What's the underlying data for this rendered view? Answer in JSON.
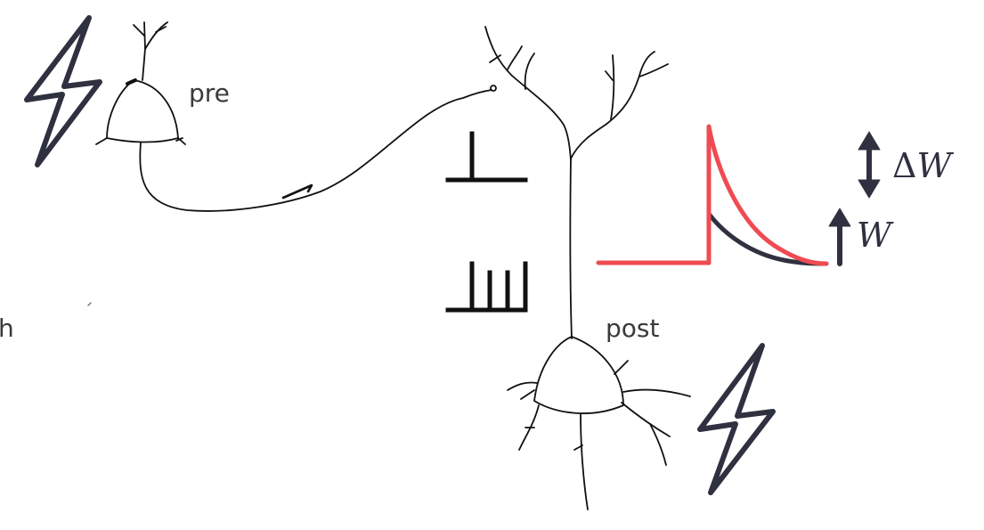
{
  "labels": {
    "pre": "pre",
    "post": "post",
    "edge_fragment": "h"
  },
  "annotations": {
    "delta_symbol": "Δ",
    "weight_symbol": "W"
  },
  "colors": {
    "ink": "#111111",
    "bolt": "#2f3140",
    "trace_potentiated": "#f04a52",
    "trace_baseline": "#2f3140"
  },
  "icons": [
    "lightning-bolt-icon",
    "up-arrow-icon",
    "double-arrow-icon"
  ]
}
